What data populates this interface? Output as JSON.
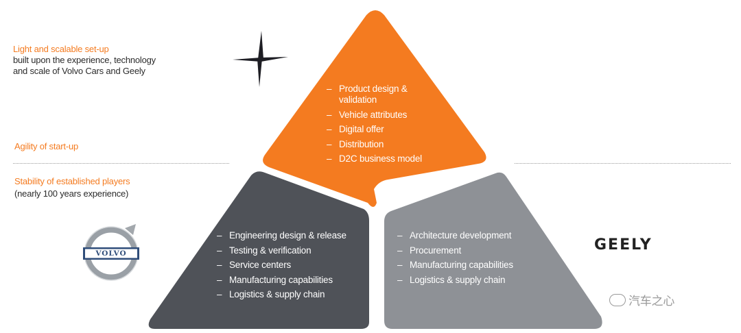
{
  "left_text": {
    "light_title": "Light and scalable set-up",
    "light_line1": "built upon the experience, technology",
    "light_line2": "and scale of Volvo Cars and Geely",
    "agility": "Agility of start-up",
    "stability_title": "Stability of established players",
    "stability_sub": "(nearly 100 years experience)"
  },
  "top_triangle": {
    "color": "#f47b20",
    "items": [
      "Product design &",
      "validation",
      "Vehicle attributes",
      "Digital offer",
      "Distribution",
      "D2C business model"
    ]
  },
  "left_triangle": {
    "color": "#4f5258",
    "items": [
      "Engineering design & release",
      "Testing & verification",
      "Service centers",
      "Manufacturing capabilities",
      "Logistics & supply chain"
    ]
  },
  "right_triangle": {
    "color": "#8e9196",
    "items": [
      "Architecture development",
      "Procurement",
      "Manufacturing capabilities",
      "Logistics & supply chain"
    ]
  },
  "logos": {
    "volvo_text": "VOLVO",
    "geely_text": "GEELY",
    "polestar_icon": "polestar-star-icon"
  },
  "watermark": "汽车之心"
}
